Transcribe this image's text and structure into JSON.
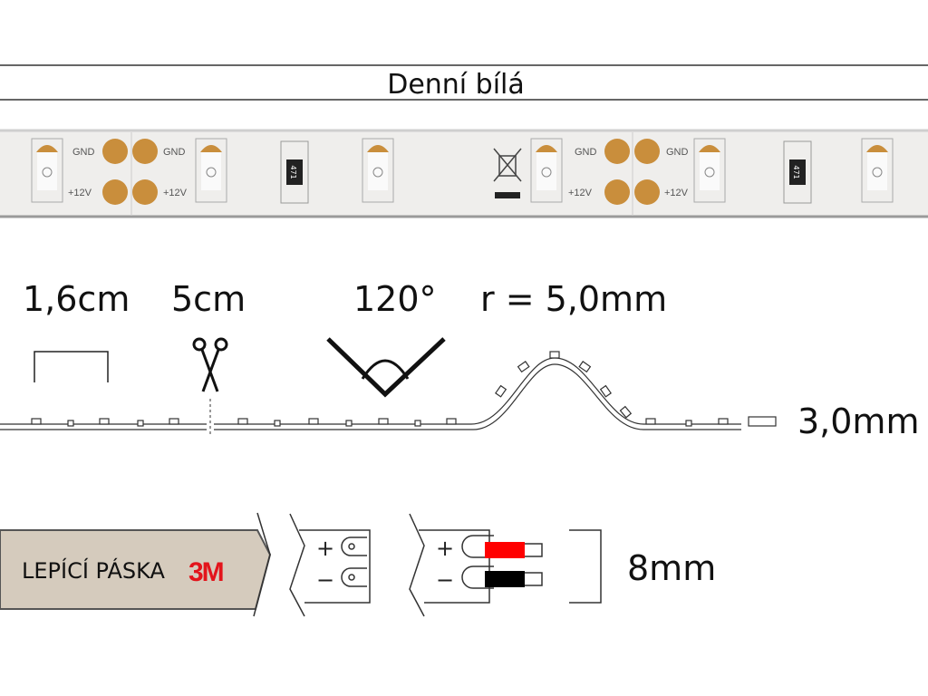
{
  "title": "Denní bílá",
  "strip": {
    "gnd_label": "GND",
    "vplus_label": "+12V",
    "resistor_code": "471"
  },
  "specs": {
    "cut_segment": "1,6cm",
    "cut_interval": "5cm",
    "beam_angle": "120°",
    "bend_radius": "r = 5,0mm",
    "thickness": "3,0mm",
    "width": "8mm"
  },
  "tape": {
    "label": "LEPÍCÍ PÁSKA",
    "brand": "3M"
  },
  "connector": {
    "plus": "+",
    "minus": "−"
  },
  "colors": {
    "pad": "#c98e3c",
    "tape": "#d5cbbd",
    "brand": "#e3141b",
    "wire_red": "#ff0000",
    "wire_black": "#000000"
  }
}
